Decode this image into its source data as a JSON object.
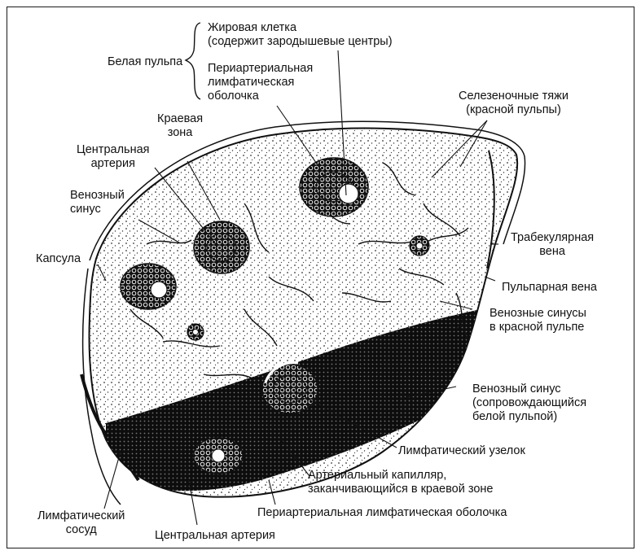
{
  "labels": {
    "fat_cell": "Жировая клетка\n(содержит зародышевые центры)",
    "white_pulp": "Белая пульпа",
    "periarterial_top": "Периартериальная\nлимфатическая\nоболочка",
    "splenic_cords": "Селезеночные тяжи\n(красной пульпы)",
    "marginal_zone": "Краевая\nзона",
    "central_artery_top": "Центральная\nартерия",
    "venous_sinus_left": "Венозный\nсинус",
    "trabecular_vein": "Трабекулярная\nвена",
    "capsule": "Капсула",
    "pulp_vein": "Пульпарная вена",
    "venous_sinuses_red": "Венозные синусы\nв красной пульпе",
    "venous_sinus_white": "Венозный синус\n(сопровождающийся\nбелой пульпой)",
    "lymph_nodule": "Лимфатический узелок",
    "arterial_capillary": "Артериальный капилляр,\nзаканчивающийся в краевой зоне",
    "periarterial_bottom": "Периартериальная лимфатическая оболочка",
    "lymph_vessel": "Лимфатический\nсосуд",
    "central_artery_bottom": "Центральная артерия"
  }
}
